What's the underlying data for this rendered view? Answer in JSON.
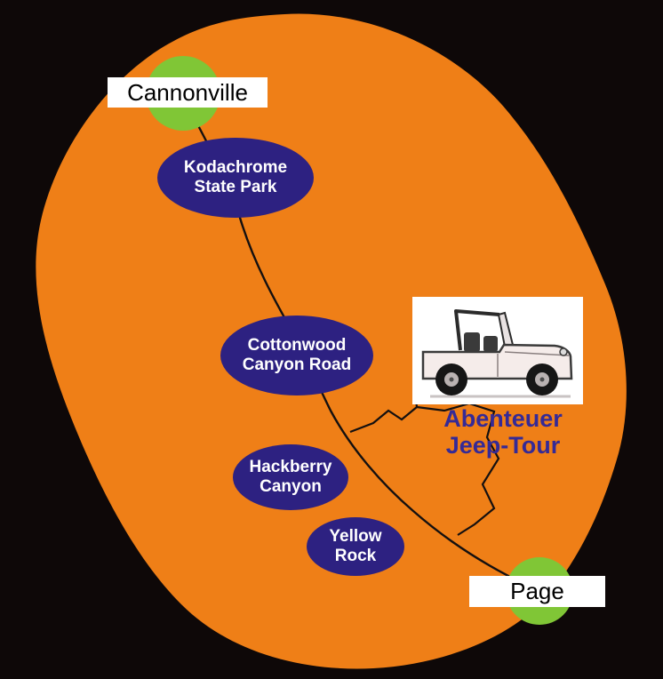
{
  "map": {
    "title": {
      "line1": "Abenteuer",
      "line2": "Jeep-Tour"
    },
    "towns": [
      {
        "name": "Cannonville"
      },
      {
        "name": "Page"
      }
    ],
    "landmarks": [
      {
        "label": "Kodachrome\nState Park"
      },
      {
        "label": "Cottonwood\nCanyon Road"
      },
      {
        "label": "Hackberry\nCanyon"
      },
      {
        "label": "Yellow\nRock"
      }
    ],
    "icons": {
      "jeep": "jeep-illustration"
    },
    "colors": {
      "background": "#0e0808",
      "region_orange": "#ef7f17",
      "landmark_navy": "#2d2181",
      "town_green": "#80c636",
      "title_navy": "#352a96",
      "route_black": "#141010",
      "label_box_white": "#ffffff"
    }
  }
}
